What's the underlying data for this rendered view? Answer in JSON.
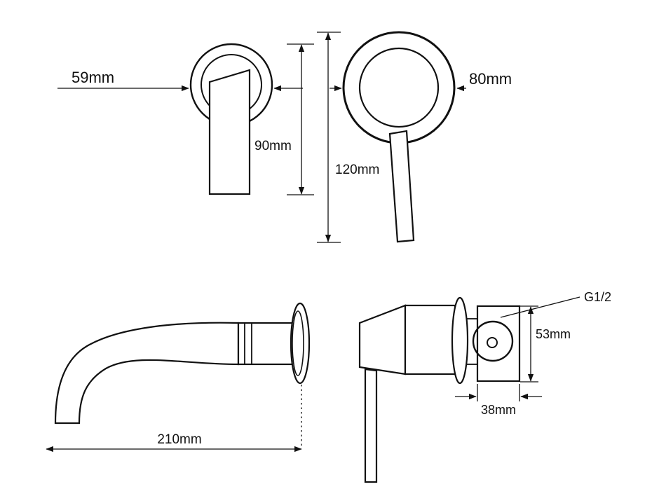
{
  "diagram": {
    "colors": {
      "background": "#ffffff",
      "line": "#111111"
    },
    "views": {
      "handle_front": {
        "plate_diameter_label": "59mm",
        "handle_height_label": "90mm"
      },
      "mixer_front": {
        "ring_diameter_label": "80mm",
        "total_height_label": "120mm"
      },
      "spout_side": {
        "reach_label": "210mm"
      },
      "valve_side": {
        "thread_label": "G1/2",
        "body_height_label": "53mm",
        "body_depth_label": "38mm"
      }
    }
  }
}
